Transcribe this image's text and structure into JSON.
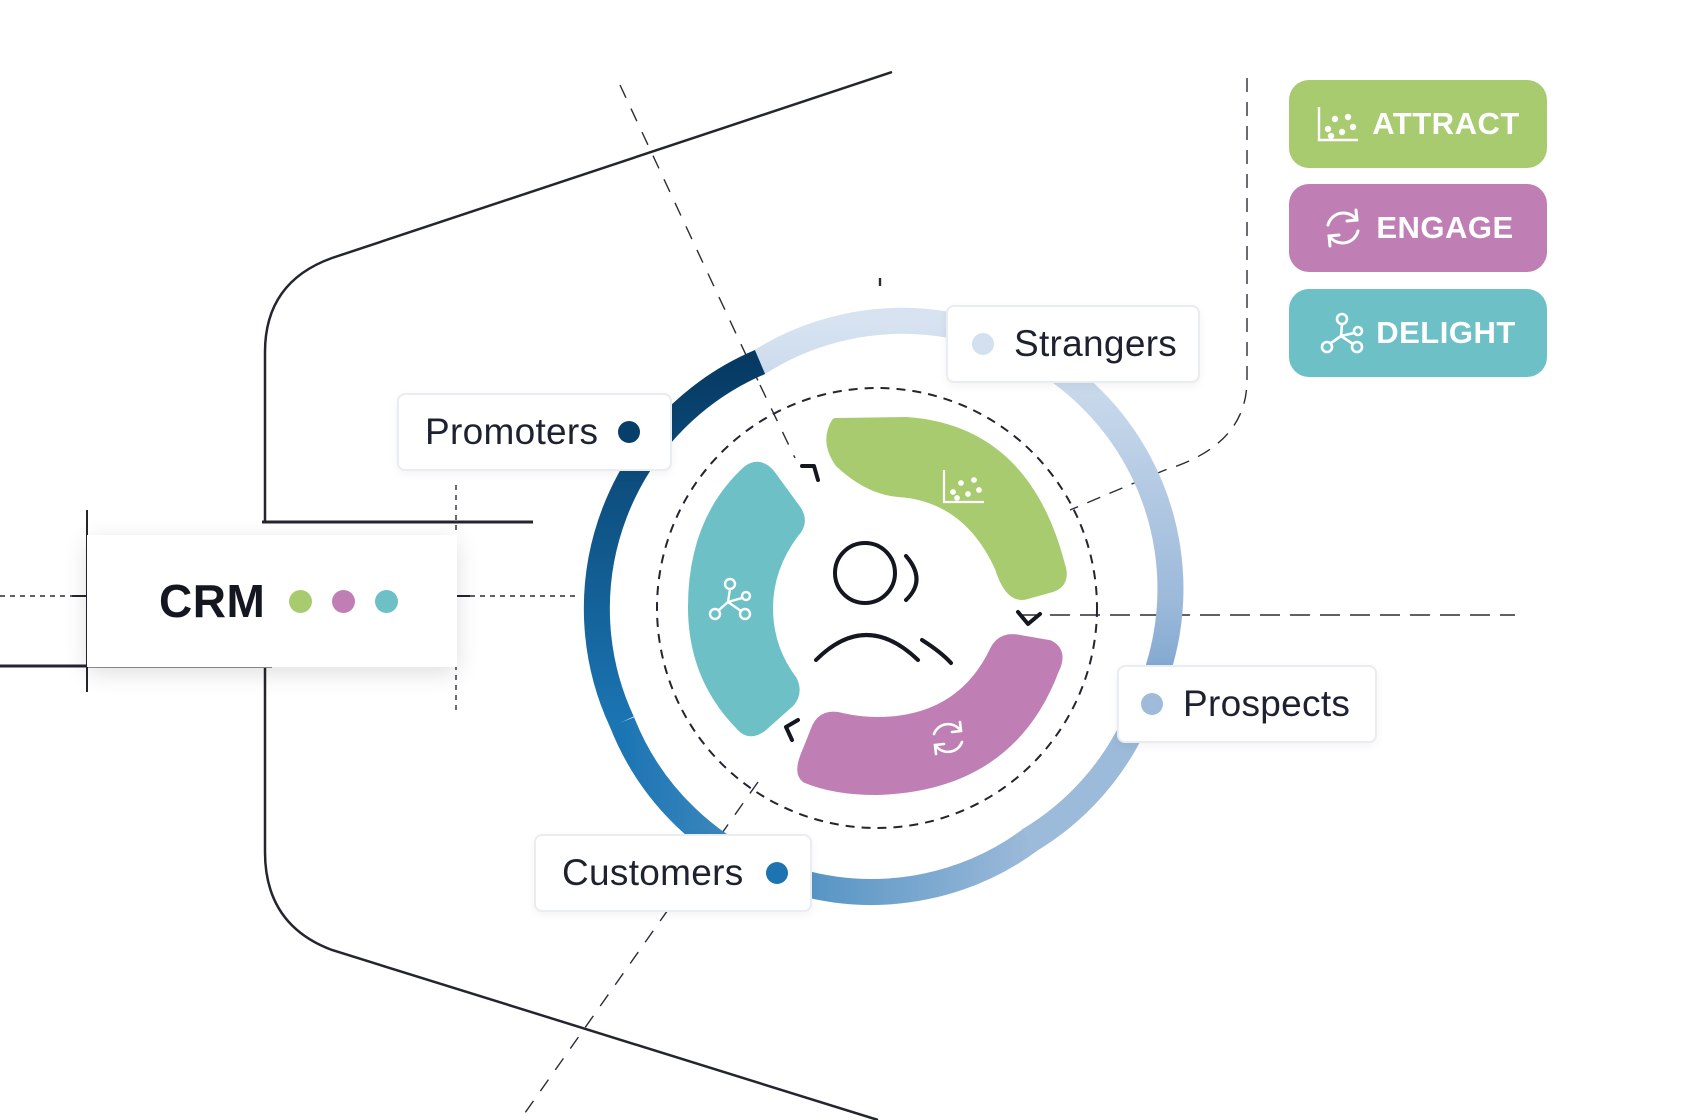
{
  "crm": {
    "label": "CRM",
    "dots": [
      "#a8cb6f",
      "#bf7fb4",
      "#6cc0c6"
    ]
  },
  "stages": [
    {
      "label": "Strangers",
      "color": "#d4e0ef"
    },
    {
      "label": "Prospects",
      "color": "#9fbadb"
    },
    {
      "label": "Customers",
      "color": "#1e74b0"
    },
    {
      "label": "Promoters",
      "color": "#073f6b"
    }
  ],
  "legend": [
    {
      "label": "ATTRACT",
      "color": "#a8cb6f",
      "icon": "scatter-chart-icon"
    },
    {
      "label": "ENGAGE",
      "color": "#bf7fb4",
      "icon": "refresh-cycle-icon"
    },
    {
      "label": "DELIGHT",
      "color": "#6cc0c6",
      "icon": "network-nodes-icon"
    }
  ],
  "center_icon": "users-icon"
}
